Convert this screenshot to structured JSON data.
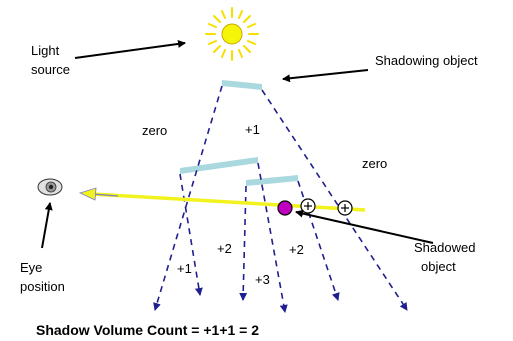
{
  "labels": {
    "light_source_line1": "Light",
    "light_source_line2": "source",
    "shadowing_object": "Shadowing object",
    "shadowed_object_line1": "Shadowed",
    "shadowed_object_line2": "object",
    "eye_position_line1": "Eye",
    "eye_position_line2": "position"
  },
  "region_counts": {
    "left_zero": "zero",
    "center_plus1": "+1",
    "right_zero": "zero",
    "left_plus1": "+1",
    "inner_plus2": "+2",
    "inner_plus3": "+3",
    "right_plus2": "+2"
  },
  "caption": "Shadow Volume Count = +1+1 = 2",
  "colors": {
    "sun": "#f5f50a",
    "sun_outline": "#c8a800",
    "occluder": "#a9d8df",
    "volume_line": "#1f1f8f",
    "ray": "#f2f21e",
    "ray_arrow": "#7d7dbf",
    "shadowed_object": "#c000c0",
    "annotation_arrow": "#000000"
  }
}
